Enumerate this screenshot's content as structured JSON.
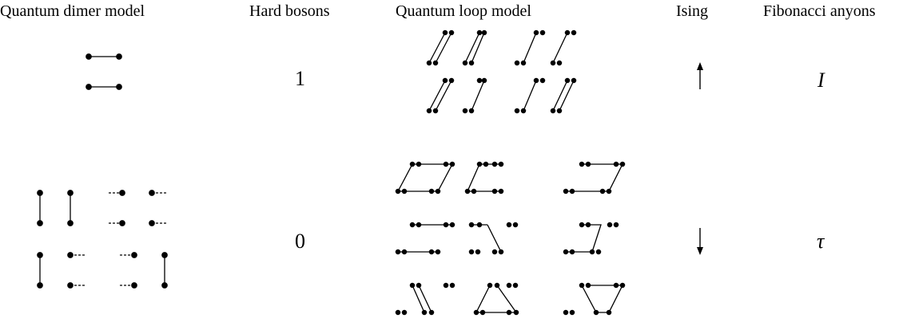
{
  "headers": {
    "dimer": "Quantum dimer model",
    "bosons": "Hard bosons",
    "loop": "Quantum loop model",
    "ising": "Ising",
    "fib": "Fibonacci anyons"
  },
  "rows": [
    {
      "bosons": "1",
      "ising": "↑",
      "fib": "I"
    },
    {
      "bosons": "0",
      "ising": "↓",
      "fib": "τ"
    }
  ]
}
